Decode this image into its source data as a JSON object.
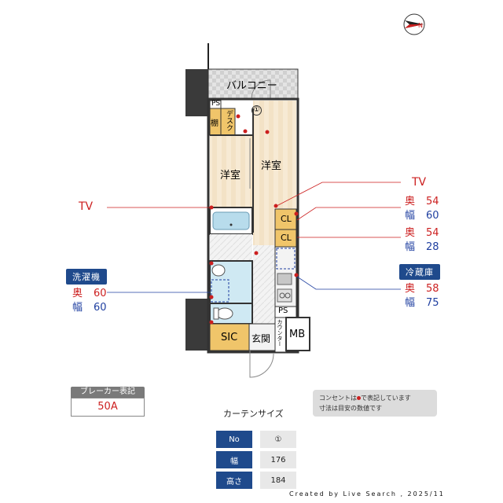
{
  "plan": {
    "balcony": "バルコニー",
    "ps_top": "PS",
    "shelf": "棚",
    "desk": "デスク",
    "room_left": "洋室",
    "room_right": "洋室",
    "cl_upper": "CL",
    "cl_lower": "CL",
    "ps_bottom": "PS",
    "counter": "カウンター",
    "sic": "SIC",
    "entrance": "玄関",
    "mb": "MB",
    "curtain_no": "①"
  },
  "callouts": {
    "tv_left": "TV",
    "tv_right": "TV",
    "tv_right_depth_label": "奥",
    "tv_right_depth": "54",
    "tv_right_width_label": "幅",
    "tv_right_width": "60",
    "cl_depth_label": "奥",
    "cl_depth": "54",
    "cl_width_label": "幅",
    "cl_width": "28",
    "fridge_tag": "冷蔵庫",
    "fridge_depth_label": "奥",
    "fridge_depth": "58",
    "fridge_width_label": "幅",
    "fridge_width": "75",
    "washer_tag": "洗濯機",
    "washer_depth_label": "奥",
    "washer_depth": "60",
    "washer_width_label": "幅",
    "washer_width": "60"
  },
  "breaker": {
    "label": "ブレーカー表記",
    "value": "50A"
  },
  "note": {
    "line1_a": "コンセントは",
    "line1_b": "で表記しています",
    "line2": "寸法は目安の数値です"
  },
  "curtain": {
    "title": "カーテンサイズ",
    "rows": [
      {
        "label": "No",
        "value": "①"
      },
      {
        "label": "幅",
        "value": "176"
      },
      {
        "label": "高さ",
        "value": "184"
      }
    ]
  },
  "credit": "Created by Live Search , 2025/11",
  "compass": {
    "label": "N"
  },
  "colors": {
    "red": "#cc1f1f",
    "blue": "#1f3fa0",
    "tag": "#1f4a8c",
    "wood": "#f3e2c6"
  }
}
